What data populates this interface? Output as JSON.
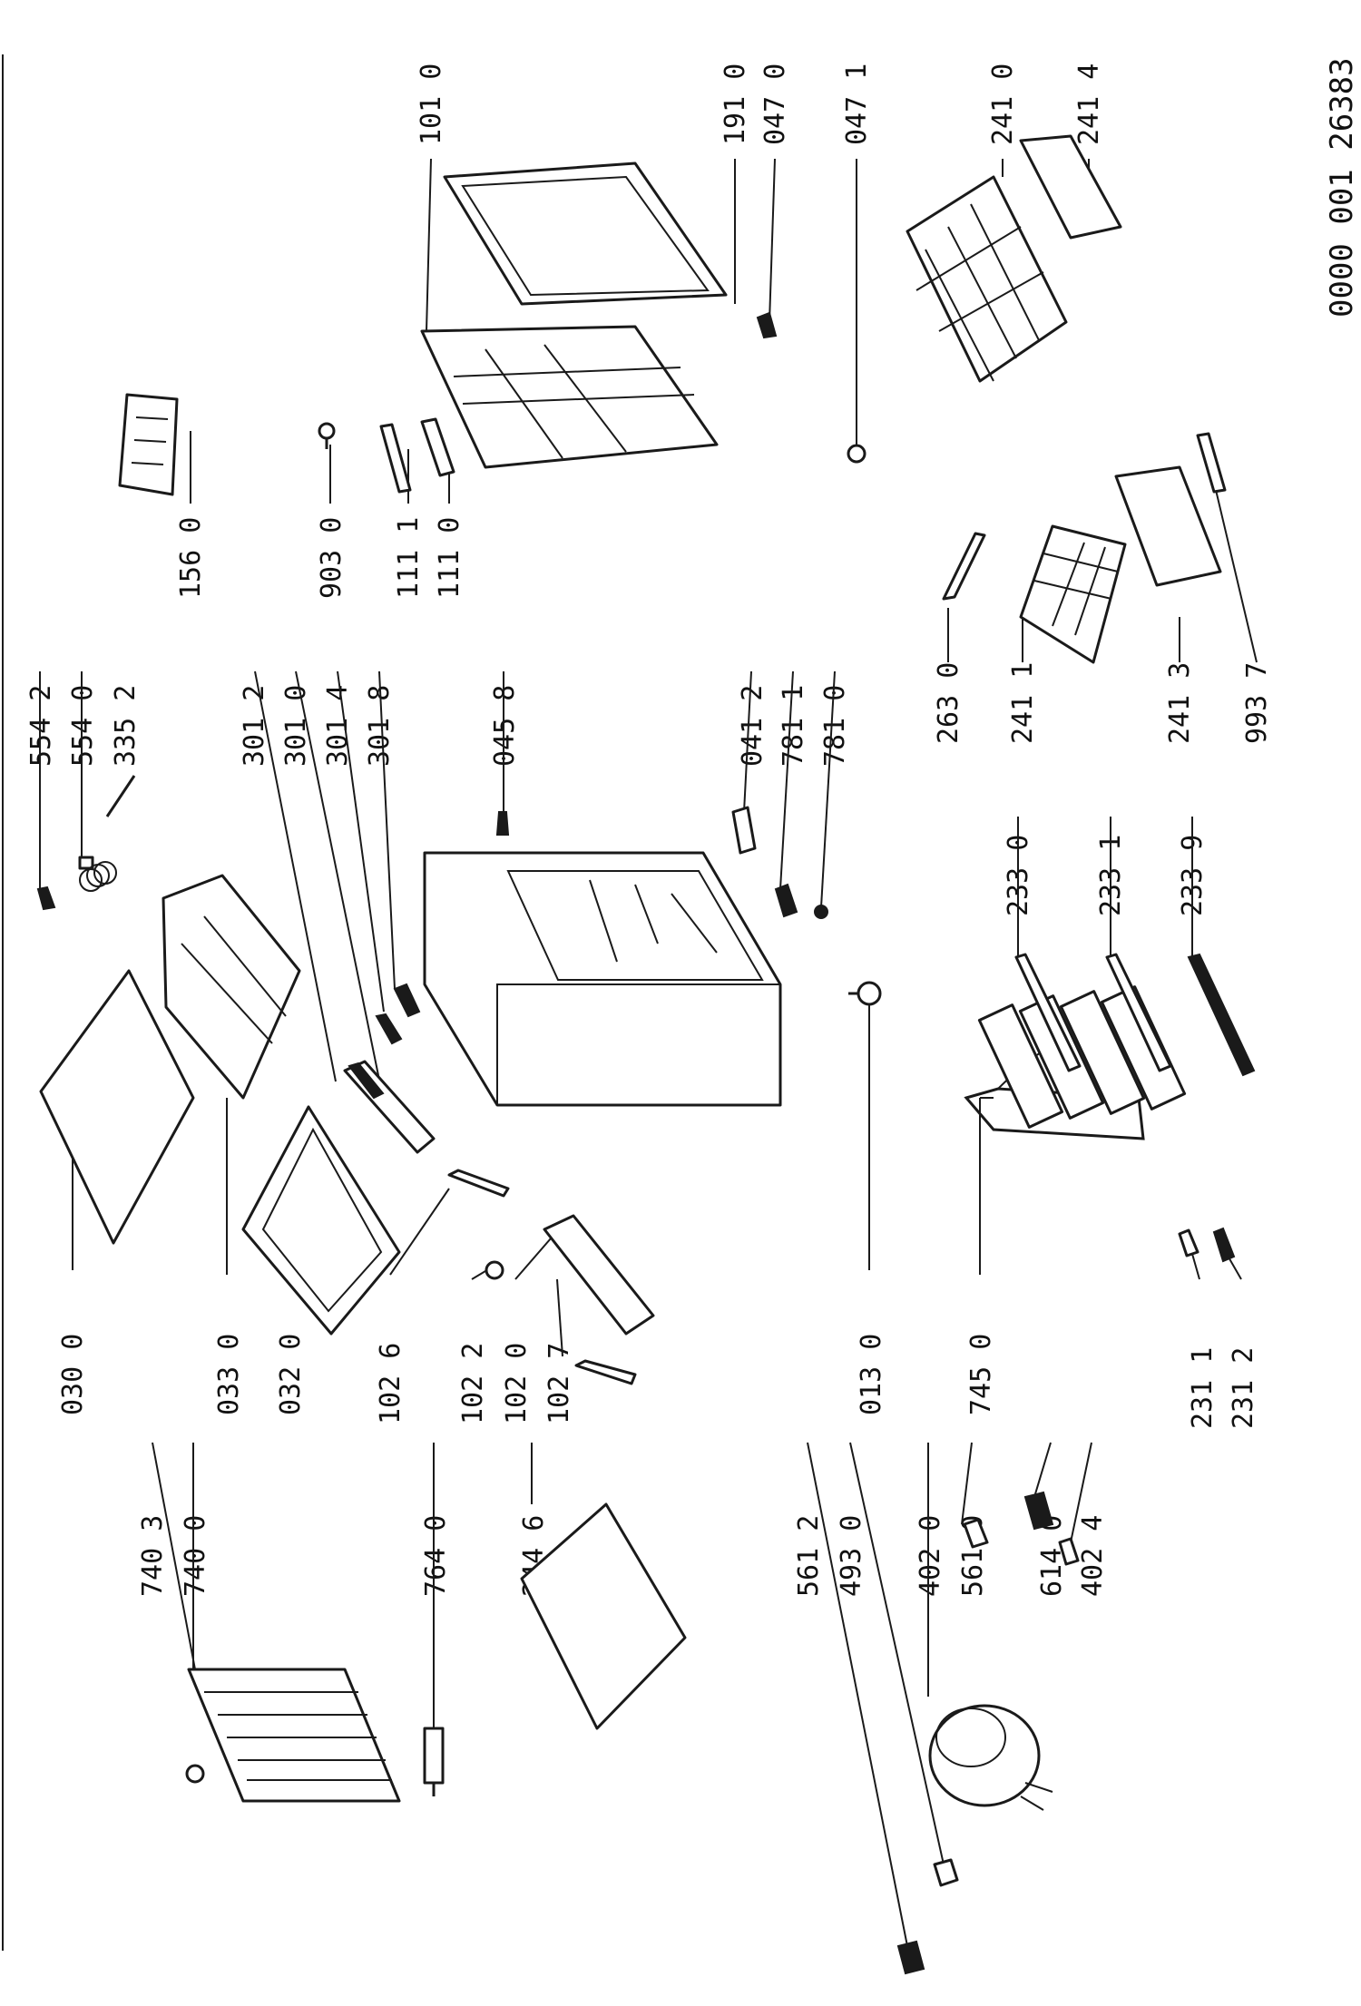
{
  "document_id": "0000 001 26383",
  "labels": {
    "l0300": "030 0",
    "l0330": "033 0",
    "l0320": "032 0",
    "l1026": "102 6",
    "l1022": "102 2",
    "l1020": "102 0",
    "l1027": "102 7",
    "l0130": "013 0",
    "l7450": "745 0",
    "l2311": "231 1",
    "l2312": "231 2",
    "l7403": "740 3",
    "l7400": "740 0",
    "l7640": "764 0",
    "l2446": "244 6",
    "l5612a": "561 2",
    "l4930": "493 0",
    "l4020": "402 0",
    "l5610": "561 0",
    "l6140": "614 0",
    "l4024": "402 4",
    "l5542": "554 2",
    "l5540": "554 0",
    "l3352": "335 2",
    "l3012": "301 2",
    "l3010": "301 0",
    "l3014": "301 4",
    "l3018": "301 8",
    "l0458": "045 8",
    "l0412": "041 2",
    "l7811": "781 1",
    "l7810": "781 0",
    "l2330": "233 0",
    "l2331": "233 1",
    "l2339": "233 9",
    "l1560": "156 0",
    "l9030": "903 0",
    "l1111": "111 1",
    "l1110": "111 0",
    "l1010": "101 0",
    "l1910": "191 0",
    "l0470": "047 0",
    "l0471": "047 1",
    "l2410": "241 0",
    "l2414": "241 4",
    "l2630": "263 0",
    "l2411": "241 1",
    "l2413": "241 3",
    "l9937": "993 7"
  }
}
